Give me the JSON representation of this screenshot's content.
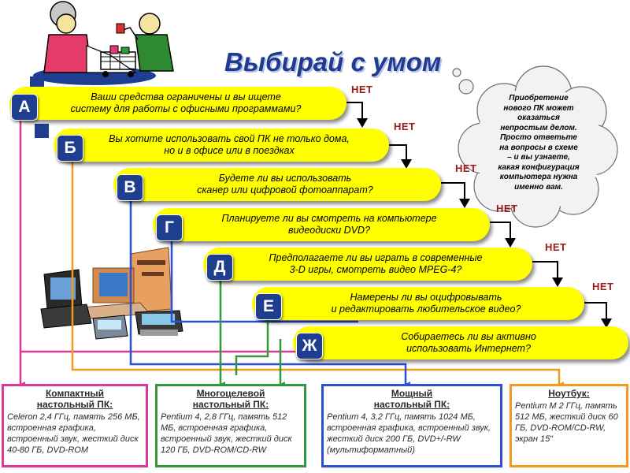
{
  "title": "Выбирай с умом",
  "no_label": "НЕТ",
  "questions": [
    {
      "letter": "А",
      "text": "Ваши средства ограничены и вы ищете\nсистему для работы с офисными программами?"
    },
    {
      "letter": "Б",
      "text": "Вы хотите использовать свой ПК не только дома,\nно и в офисе или в поездках"
    },
    {
      "letter": "В",
      "text": "Будете ли вы использовать\nсканер или цифровой фотоаппарат?"
    },
    {
      "letter": "Г",
      "text": "Планируете ли вы смотреть на компьютере\nвидеодиски DVD?"
    },
    {
      "letter": "Д",
      "text": "Предполагаете ли вы играть в современные\n3-D игры, смотреть видео MPEG-4?"
    },
    {
      "letter": "Е",
      "text": "Намерены ли вы оцифровывать\nи редактировать любительское видео?"
    },
    {
      "letter": "Ж",
      "text": "Собираетесь ли вы активно\nиспользовать Интернет?"
    }
  ],
  "cloud_text": "Приобретение\nнового ПК может\nоказаться\nнепростым делом.\nПросто ответьте\nна вопросы в схеме\n– и вы узнаете,\nкакая конфигурация\nкомпьютера нужна\nименно вам.",
  "results": [
    {
      "title": "Компактный\nнастольный ПК:",
      "body": "Celeron 2,4 ГГц, память 256 МБ, встроенная графика, встроенный звук, жесткий диск 40-80 ГБ, DVD-ROM",
      "color": "#e0389a"
    },
    {
      "title": "Многоцелевой\nнастольный ПК:",
      "body": "Pentium 4, 2,8 ГГц, память 512 МБ, встроенная графика, встроенный звук, жесткий диск 120 ГБ, DVD-ROM/CD-RW",
      "color": "#2e9a3a"
    },
    {
      "title": "Мощный\nнастольный ПК:",
      "body": "Pentium 4, 3,2 ГГц, память 1024 МБ, встроенная графика, встроенный звук, жесткий диск 200 ГБ, DVD+/-RW (мультиформатный)",
      "color": "#2b4fd6"
    },
    {
      "title": "Ноутбук:",
      "body": "Pentium M 2 ГГц, память 512 МБ, жесткий диск 60 ГБ, DVD-ROM/CD-RW, экран 15\"",
      "color": "#f39a1e"
    }
  ]
}
